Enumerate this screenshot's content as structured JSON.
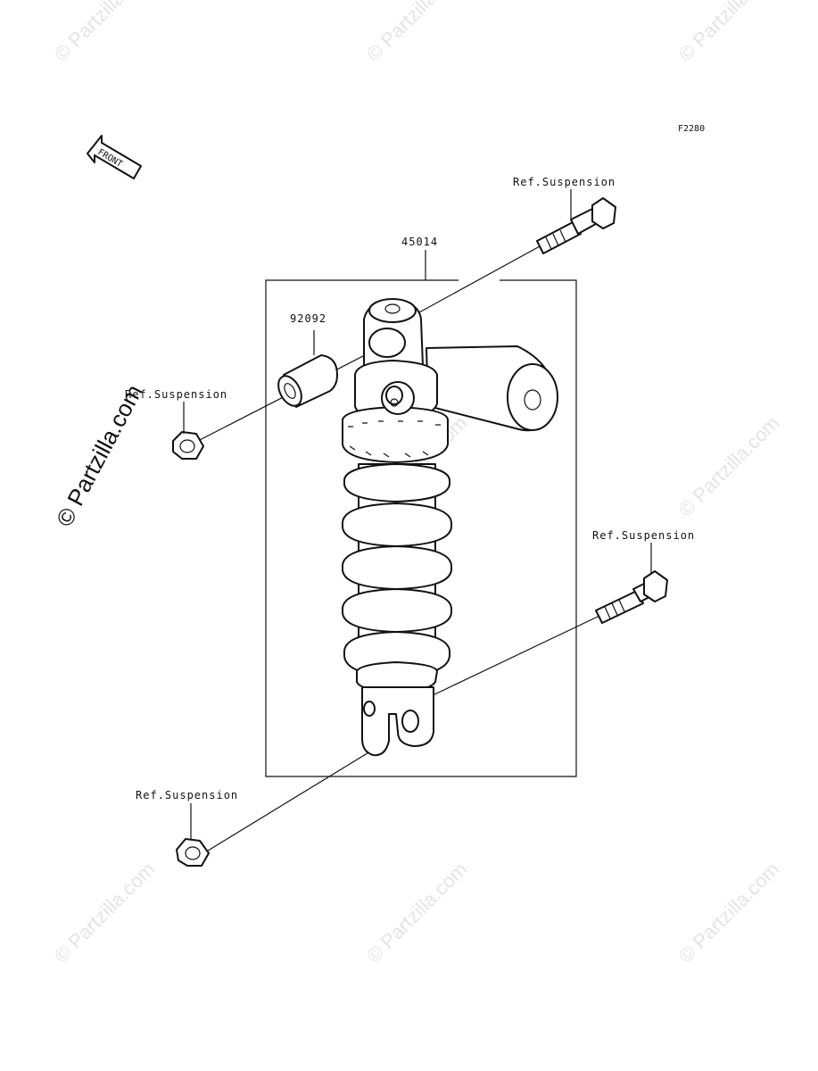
{
  "diagram": {
    "figure_code": "F2280",
    "front_label": "FRONT",
    "main_part_number": "45014",
    "collar_part_number": "92092",
    "refs": [
      {
        "id": "upper-bolt",
        "label": "Ref.Suspension"
      },
      {
        "id": "upper-nut",
        "label": "Ref.Suspension"
      },
      {
        "id": "lower-bolt",
        "label": "Ref.Suspension"
      },
      {
        "id": "lower-nut",
        "label": "Ref.Suspension"
      }
    ]
  },
  "watermark": {
    "text": "© Partzilla.com"
  }
}
